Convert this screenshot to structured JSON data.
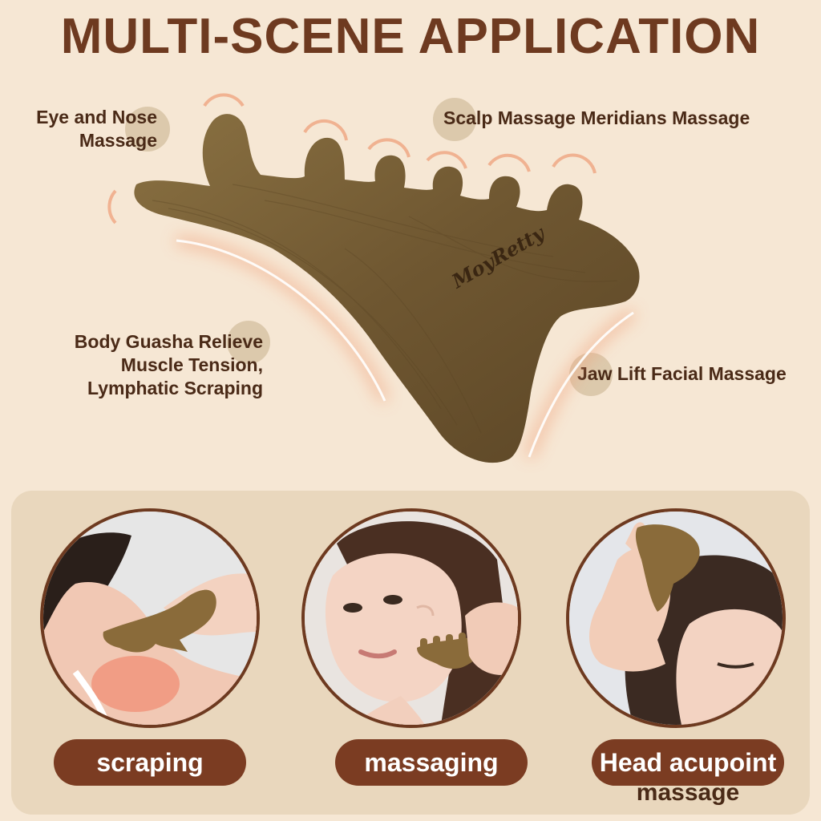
{
  "header": {
    "title": "MULTI-SCENE APPLICATION"
  },
  "callouts": {
    "eye_nose": [
      "Eye and Nose",
      "Massage"
    ],
    "scalp": "Scalp Massage Meridians Massage",
    "body": [
      "Body Guasha Relieve",
      "Muscle Tension,",
      "Lymphatic Scraping"
    ],
    "jaw": "Jaw Lift Facial Massage"
  },
  "tool": {
    "brand": "MoyRetty"
  },
  "uses": [
    {
      "label": "scraping"
    },
    {
      "label": "massaging"
    },
    {
      "label": "Head acupoint",
      "label2": "massage"
    }
  ],
  "colors": {
    "background": "#f6e7d4",
    "title": "#6e3a20",
    "pill": "#7b3c22",
    "wood": "#7b6236",
    "glow": "#f2a07a"
  }
}
